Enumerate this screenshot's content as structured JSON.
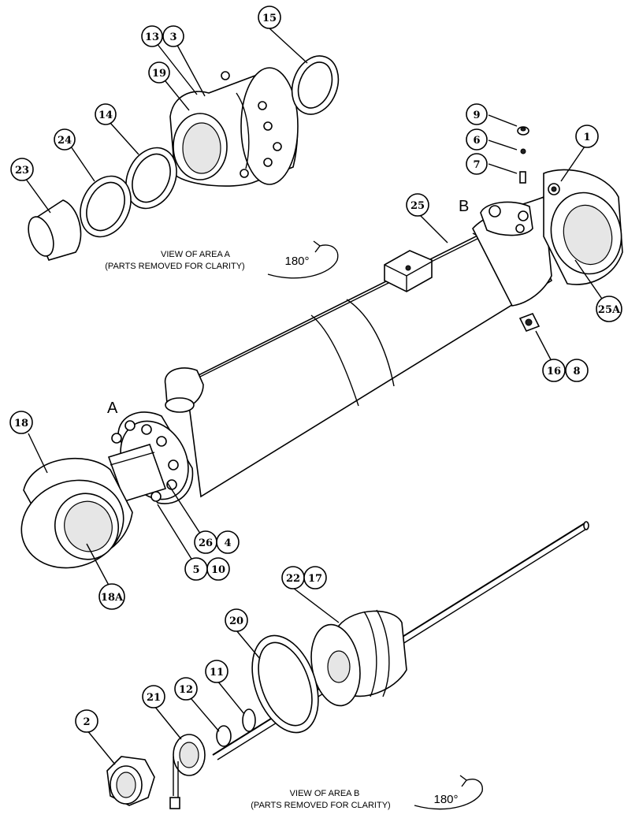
{
  "callouts": [
    {
      "id": "c-13",
      "label": "13"
    },
    {
      "id": "c-3",
      "label": "3"
    },
    {
      "id": "c-15",
      "label": "15"
    },
    {
      "id": "c-19",
      "label": "19"
    },
    {
      "id": "c-14",
      "label": "14"
    },
    {
      "id": "c-24",
      "label": "24"
    },
    {
      "id": "c-23",
      "label": "23"
    },
    {
      "id": "c-9",
      "label": "9"
    },
    {
      "id": "c-6",
      "label": "6"
    },
    {
      "id": "c-7",
      "label": "7"
    },
    {
      "id": "c-1",
      "label": "1"
    },
    {
      "id": "c-25",
      "label": "25"
    },
    {
      "id": "c-25A",
      "label": "25A"
    },
    {
      "id": "c-16",
      "label": "16"
    },
    {
      "id": "c-8",
      "label": "8"
    },
    {
      "id": "c-18",
      "label": "18"
    },
    {
      "id": "c-26",
      "label": "26"
    },
    {
      "id": "c-4",
      "label": "4"
    },
    {
      "id": "c-5",
      "label": "5"
    },
    {
      "id": "c-10",
      "label": "10"
    },
    {
      "id": "c-18A",
      "label": "18A"
    },
    {
      "id": "c-22",
      "label": "22"
    },
    {
      "id": "c-17",
      "label": "17"
    },
    {
      "id": "c-20",
      "label": "20"
    },
    {
      "id": "c-11",
      "label": "11"
    },
    {
      "id": "c-12",
      "label": "12"
    },
    {
      "id": "c-21",
      "label": "21"
    },
    {
      "id": "c-2",
      "label": "2"
    }
  ],
  "area_labels": {
    "a": "A",
    "b": "B"
  },
  "view_a": {
    "line1": "VIEW OF AREA A",
    "line2": "(PARTS REMOVED FOR CLARITY)",
    "rotation": "180°"
  },
  "view_b": {
    "line1": "VIEW OF AREA B",
    "line2": "(PARTS REMOVED FOR CLARITY)",
    "rotation": "180°"
  }
}
